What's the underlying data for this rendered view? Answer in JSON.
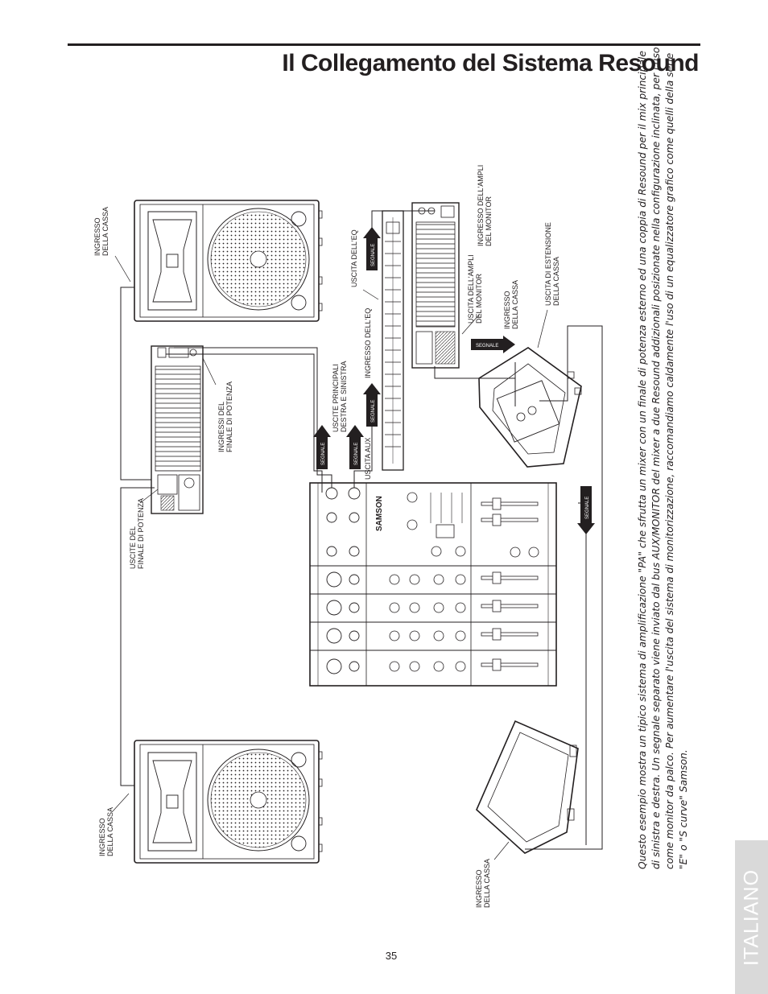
{
  "header": {
    "title": "Il Collegamento del Sistema Resound"
  },
  "side_tab": {
    "label": "ITALIANO"
  },
  "footer": {
    "page_number": "35"
  },
  "diagram": {
    "labels": {
      "speaker_top_input_1": "INGRESSO",
      "speaker_top_input_2": "DELLA CASSA",
      "speaker_bottom_input_1": "INGRESSO",
      "speaker_bottom_input_2": "DELLA CASSA",
      "amp_outputs_1": "USCITE DEL",
      "amp_outputs_2": "FINALE DI POTENZA",
      "amp_inputs_1": "INGRESSI DEL",
      "amp_inputs_2": "FINALE DI POTENZA",
      "main_outputs_1": "USCITE PRINCIPALI",
      "main_outputs_2": "DESTRA E SINISTRA",
      "aux_output": "USCITA AUX",
      "eq_input": "INGRESSO DELL'EQ",
      "eq_output": "USCITA DELL'EQ",
      "monitor_amp_output_1": "USCITA DELL'AMPLI",
      "monitor_amp_output_2": "DEL MONITOR",
      "monitor_amp_input_1": "INGRESSO DELL'AMPLI",
      "monitor_amp_input_2": "DEL MONITOR",
      "wedge_input_1": "INGRESSO",
      "wedge_input_2": "DELLA CASSA",
      "extension_output_1": "USCITA DI ESTENSIONE",
      "extension_output_2": "DELLA CASSA",
      "floor_wedge_input_1": "INGRESSO",
      "floor_wedge_input_2": "DELLA CASSA",
      "signal": "SEGNALE",
      "mixer_brand": "SAMSON"
    }
  },
  "caption": {
    "text": "Questo esempio mostra un tipico sistema di amplificazione \"PA\" che sfrutta un mixer con un finale di potenza esterno ed una coppia di Resound per il mix principale di sinistra e destra.  Un segnale separato viene inviato dal bus AUX/MONITOR del mixer a due Resound addizionali posizionate nella configurazione inclinata, per l'uso come monitor da palco. Per aumentare l'uscita del sistema di monitorizzazione, raccomandiamo caldamente l'uso di un equalizzatore grafico come quelli della serie \"E\" o \"S curve\" Samson."
  },
  "colors": {
    "ink": "#231f20",
    "tab": "#d9d9d9",
    "background": "#ffffff"
  }
}
